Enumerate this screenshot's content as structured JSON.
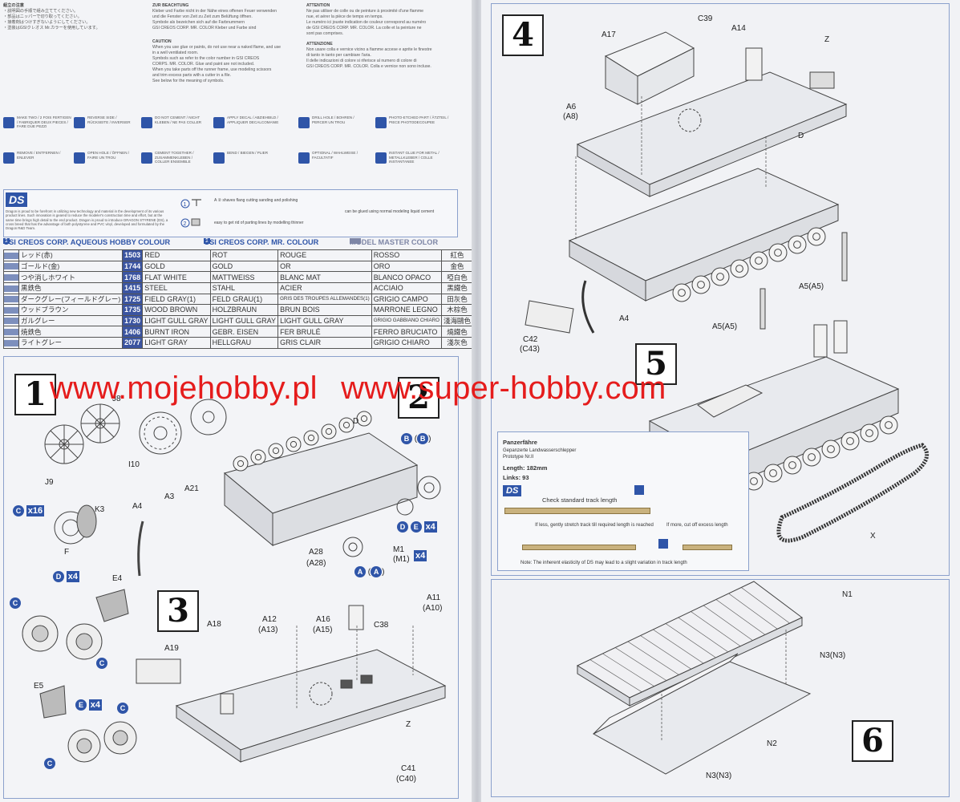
{
  "top_text": {
    "jp_heading": "組立の注意",
    "jp_lines": [
      "・説明図の手順で組み立ててください。",
      "・部品はニッパーで切り取ってください。",
      "・接着剤はつけすぎないようにしてください。",
      "・塗装はGSIクレオス Mr.カラーを使用しています。"
    ],
    "de_heading": "ZUR BEACHTUNG",
    "de_lines": [
      "Kleber und Farbe nicht in der Nähe eines offenen Feuer verwenden",
      "und die Fenster von Zeit zu Zeit zum Belüftung öffnen.",
      "Symbole als bezeichen sich auf die Farbnummern",
      "GSI CREOS CORP. MR. COLOR Kleber und Farbe sind"
    ],
    "en_heading": "CAUTION",
    "en_lines": [
      "When you use glue or paints, do not use near a naked flame, and use",
      "in a well ventilated room.",
      "Symbols such as refer to the color number in GSI CREOS",
      "CORPS. MR. COLOR. Glue and paint are not included.",
      "When you take parts off the runner frame, use modeling scissors",
      "and trim excess parts with a cutter in a file.",
      "See below for the meaning of symbols."
    ],
    "fr_heading": "ATTENTION",
    "fr_lines": [
      "Ne pas utiliser de colle ou de peinture à proximité d'une flamme",
      "nue, et aérer la pièce de temps en temps.",
      "Le numéro ici jouxte indication de couleur correspond au numéro",
      "de GSI CREOS CORP. MR. COLOR. La colle et la peinture ne",
      "sont pas comprises."
    ],
    "it_heading": "ATTENZIONE",
    "it_lines": [
      "Non usare colla e vernice vicino a fiamme accese e aprite le finestre",
      "di tanto in tanto per cambiare l'aria.",
      "Il delle indicazioni di colore si riferisce al numero di colore di",
      "GSI CREOS CORP. MR. COLOR. Colla e vernice non sono incluse."
    ]
  },
  "legend": [
    {
      "icon": "assemble-multiple-icon",
      "text": "MAKE TWO / 2 FOIS FERTIGEN / FABRIQUER DEUX PIECES / FARE DUE PEZZI"
    },
    {
      "icon": "reverse-icon",
      "text": "REVERSE SIDE / RÜCKSEITE / INVERSER"
    },
    {
      "icon": "do-not-cement-icon",
      "text": "DO NOT CEMENT / NICHT KLEBEN / NE PAS COLLER"
    },
    {
      "icon": "decal-icon",
      "text": "APPLY DECAL / ABZIEHBILD / APPLIQUER DECALCOMANIE"
    },
    {
      "icon": "drill-icon",
      "text": "DRILL HOLE / BOHREN / PERCER UN TROU"
    },
    {
      "icon": "photo-etched-icon",
      "text": "PHOTO-ETCHED PART / ÄTZTEIL / PIECE PHOTODECOUPEE"
    },
    {
      "icon": "remove-icon",
      "text": "REMOVE / ENTFERNEN / ENLEVER"
    },
    {
      "icon": "open-hole-icon",
      "text": "OPEN HOLE / ÖFFNEN / FAIRE UN TROU"
    },
    {
      "icon": "cement-together-icon",
      "text": "CEMENT TOGETHER / ZUSAMMENKLEBEN / COLLER ENSEMBLE"
    },
    {
      "icon": "bend-icon",
      "text": "BEND / BIEGEN / PLIER"
    },
    {
      "icon": "optional-icon",
      "text": "OPTIONAL / WAHLWEISE / FACULTATIF"
    },
    {
      "icon": "instant-glue-icon",
      "text": "INSTANT GLUE FOR METAL / METALLKLEBER / COLLE INSTANTANEE"
    }
  ],
  "ds": {
    "logo": "DS",
    "text": "Dragon is proud to be forefront in utilizing new technology and material in the development of its various product lines. Such innovation is geared to reduce the modeler's construction time and effort, but at the same time brings high detail to the end product. Dragon is proud to introduce DRAGON STYRENE (DS), a cross breed that has the advantage of both polystyrene and PVC vinyl, developed and formulated by the Dragon R&D Team.",
    "note1": "A ② shaves flang cutting sanding and polishing",
    "note2": "easy to get rid of parting lines by modelling thinner",
    "note3": "can be glued using normal modeling liquid cement"
  },
  "paint_header": {
    "aqueous": "GSI CREOS CORP. AQUEOUS HOBBY COLOUR",
    "mr": "GSI CREOS CORP. MR. COLOUR",
    "mm": "MODEL MASTER COLOR"
  },
  "colors": [
    {
      "jp": "レッド(赤)",
      "num": "1503",
      "en": "RED",
      "de": "ROT",
      "fr": "ROUGE",
      "it": "ROSSO",
      "jp2": "紅色"
    },
    {
      "jp": "ゴールド(金)",
      "num": "1744",
      "en": "GOLD",
      "de": "GOLD",
      "fr": "OR",
      "it": "ORO",
      "jp2": "金色"
    },
    {
      "jp": "つや消しホワイト",
      "num": "1768",
      "en": "FLAT WHITE",
      "de": "MATTWEISS",
      "fr": "BLANC MAT",
      "it": "BLANCO OPACO",
      "jp2": "啞白色"
    },
    {
      "jp": "黒鉄色",
      "num": "1415",
      "en": "STEEL",
      "de": "STAHL",
      "fr": "ACIER",
      "it": "ACCIAIO",
      "jp2": "黑鐵色"
    },
    {
      "jp": "ダークグレー(フィールドグレー)",
      "num": "1725",
      "en": "FIELD GRAY(1)",
      "de": "FELD GRAU(1)",
      "fr": "GRIS DES TROUPES ALLEMANDES(1)",
      "it": "GRIGIO CAMPO",
      "jp2": "田灰色"
    },
    {
      "jp": "ウッドブラウン",
      "num": "1735",
      "en": "WOOD BROWN",
      "de": "HOLZBRAUN",
      "fr": "BRUN BOIS",
      "it": "MARRONE LEGNO",
      "jp2": "木棕色"
    },
    {
      "jp": "ガルグレー",
      "num": "1730",
      "en": "LIGHT GULL GRAY",
      "de": "LIGHT GULL GRAY",
      "fr": "LIGHT GULL GRAY",
      "it": "GRIGIO GABBIANO CHIARO",
      "jp2": "淺海鷗色"
    },
    {
      "jp": "焼鉄色",
      "num": "1406",
      "en": "BURNT IRON",
      "de": "GEBR. EISEN",
      "fr": "FER BRULÉ",
      "it": "FERRO BRUCIATO",
      "jp2": "燒鐵色"
    },
    {
      "jp": "ライトグレー",
      "num": "2077",
      "en": "LIGHT GRAY",
      "de": "HELLGRAU",
      "fr": "GRIS CLAIR",
      "it": "GRIGIO CHIARO",
      "jp2": "淺灰色"
    }
  ],
  "steps": {
    "s1": "1",
    "s2": "2",
    "s3": "3",
    "s4": "4",
    "s5": "5",
    "s6": "6"
  },
  "parts_step1_2": {
    "j8": "J8",
    "j9": "J9",
    "i10": "I10",
    "d": "D",
    "a21": "A21",
    "a3": "A3",
    "a4": "A4",
    "k3": "K3",
    "f": "F",
    "e4": "E4",
    "e5": "E5",
    "a28": "A28",
    "a28b": "(A28)",
    "m1": "M1",
    "m1b": "(M1)",
    "b": "B",
    "b2": "B",
    "c": "C",
    "a": "A",
    "d2": "D",
    "e": "E",
    "x16": "x16",
    "x4": "x4"
  },
  "parts_step3": {
    "a18": "A18",
    "a12": "A12",
    "a13": "(A13)",
    "a16": "A16",
    "a15": "(A15)",
    "c38": "C38",
    "a11": "A11",
    "a10": "(A10)",
    "a19": "A19",
    "z": "Z",
    "c41": "C41",
    "c40": "(C40)"
  },
  "parts_step4": {
    "a17": "A17",
    "c39": "C39",
    "a14": "A14",
    "z": "Z",
    "a6": "A6",
    "a8": "(A8)",
    "d": "D",
    "a5": "A5(A5)",
    "a5b": "A5(A5)",
    "c42": "C42",
    "c43": "(C43)",
    "a4": "A4"
  },
  "parts_step5": {
    "x": "X"
  },
  "parts_step6": {
    "n1": "N1",
    "n2": "N2",
    "n3a": "N3(N3)",
    "n3b": "N3(N3)"
  },
  "panzerfahre": {
    "title": "Panzerfähre",
    "sub1": "Gepanzerte Landwasserschlepper",
    "sub2": "Prototype Nr.II",
    "length": "Length: 182mm",
    "links": "Links: 93",
    "check": "Check standard track length",
    "less": "If less, gently stretch track till required length is reached",
    "more": "If more, cut off excess length",
    "note": "Note: The inherent elasticity of DS may lead to a slight variation in track length",
    "ds": "DS"
  },
  "watermark": {
    "left": "www.mojehobby.pl",
    "right": "www.super-hobby.com"
  },
  "colors_theme": {
    "accent": "#2f55a8",
    "watermark": "#e51c1c",
    "frame": "#8aa0cc"
  }
}
